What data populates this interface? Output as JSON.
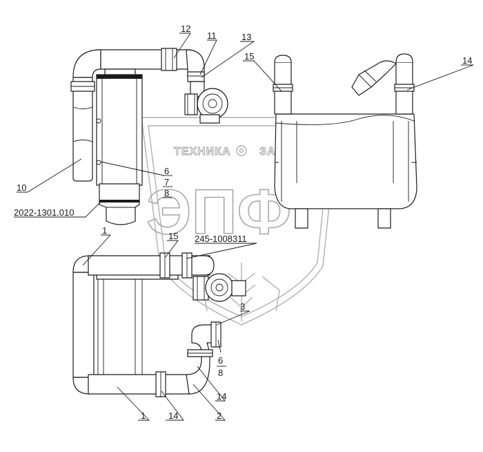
{
  "watermark": {
    "brand_left": "ТЕХНИКА",
    "brand_right": "ЗАПЧАСТИ",
    "logo_letters": "ЭПФ"
  },
  "callouts": {
    "c12": "12",
    "c11": "11",
    "c13": "13",
    "c15_top": "15",
    "c14_top": "14",
    "c10": "10",
    "c2022": "2022-1301.010",
    "c6_top": "6",
    "c7_top": "7",
    "c8_top": "8",
    "c1_left": "1",
    "c15_mid": "15",
    "c245": "245-1008311",
    "c3": "3",
    "c6_low": "6",
    "c8_low": "8",
    "c14_low_right": "14",
    "c2": "2",
    "c1_bottom": "1",
    "c14_bottom": "14"
  }
}
